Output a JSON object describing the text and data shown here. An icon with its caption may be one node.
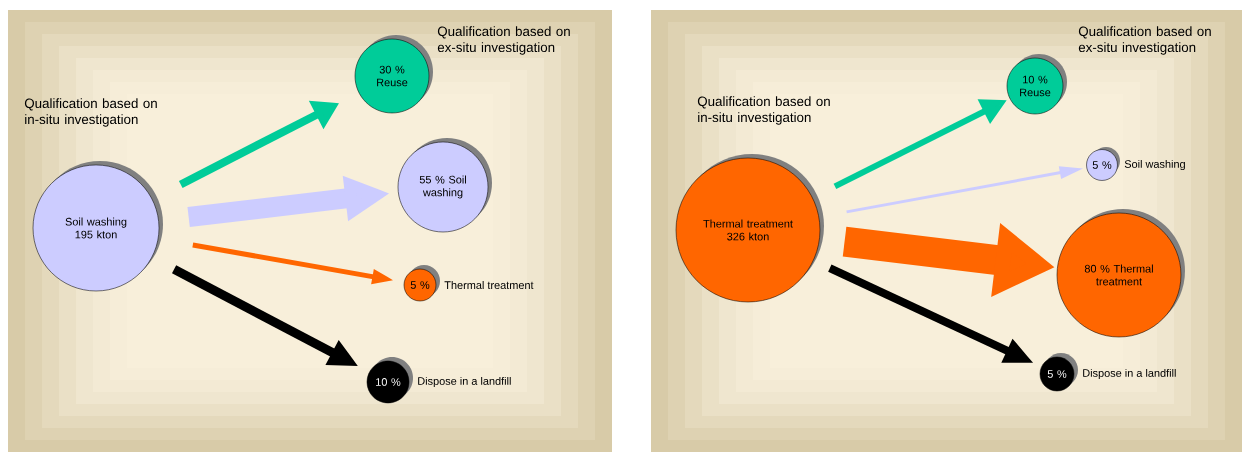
{
  "diagram": {
    "nodes": [
      {
        "text": [
          "Soil washing 195 kton"
        ]
      },
      {
        "text": [
          "30 % Reuse"
        ]
      },
      {
        "text": [
          "55 % Soil washing"
        ]
      },
      {
        "text": [
          "5 %"
        ],
        "beside": [
          "Thermal treatment"
        ]
      },
      {
        "text": [
          "10 %"
        ],
        "beside": [
          "Dispose in a landfill"
        ]
      },
      {
        "text": [
          "Thermal treatment 326 kton"
        ]
      },
      {
        "text": [
          "10 % Reuse"
        ]
      },
      {
        "text": [
          "5 %"
        ],
        "beside": [
          "Soil washing"
        ]
      },
      {
        "text": [
          "80 % Thermal treatment"
        ]
      },
      {
        "text": [
          "5 %"
        ],
        "beside": [
          "Dispose in a landfill"
        ]
      }
    ],
    "edges": [
      {
        "from": 0,
        "to": 1,
        "arrow": "to",
        "color": "#00cc99"
      },
      {
        "from": 0,
        "to": 2,
        "arrow": "to",
        "style": "thick",
        "color": "#ccccff"
      },
      {
        "from": 0,
        "to": 3,
        "arrow": "to",
        "color": "#ff6600"
      },
      {
        "from": 0,
        "to": 4,
        "arrow": "to",
        "color": "#000000"
      },
      {
        "from": 5,
        "to": 6,
        "arrow": "to",
        "color": "#00cc99"
      },
      {
        "from": 5,
        "to": 7,
        "arrow": "to",
        "color": "#ccccff"
      },
      {
        "from": 5,
        "to": 8,
        "arrow": "to",
        "style": "thick",
        "color": "#ff6600"
      },
      {
        "from": 5,
        "to": 9,
        "arrow": "to",
        "color": "#000000"
      }
    ],
    "labels": [
      "Qualification based on ex-situ investigation",
      "Qualification based on in-situ investigation",
      "Qualification based on ex-situ investigation",
      "Qualification based on in-situ investigation"
    ]
  }
}
